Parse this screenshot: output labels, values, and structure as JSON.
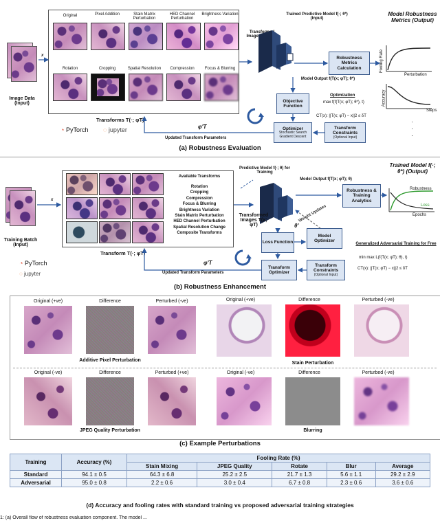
{
  "panel_a": {
    "caption": "(a) Robustness Evaluation",
    "image_data_label": "Image Data (Input)",
    "x_label": "x",
    "transforms_label": "Transforms T(·; φT)",
    "thumb_labels_row1": [
      "Original",
      "Pixel Addition",
      "Stain Matrix Perturbation",
      "HED Channel Perturbation",
      "Brightness Variation"
    ],
    "thumb_labels_row2": [
      "Rotation",
      "Cropping",
      "Spatial Resolution",
      "Compression",
      "Focus & Blurring"
    ],
    "transformed_images_label": "Transformed Images T(x; φT)",
    "model_label": "Trained Predictive Model f(·; θ*) (Input)",
    "robustness_calc": "Robustness Metrics Calculation",
    "model_output": "Model Output f(T(x; φT); θ*)",
    "optimization_title": "Optimization",
    "optimization_eq": "max f(f(T(x; φT); θ*), t)",
    "constraint_eq": "CT(x): ||T(x; φT) − x||2 ≤ δT",
    "objective_function": "Objective Function",
    "optimizer": "Optimizer",
    "optimizer_sub": "Stochastic Search Gradient Descent",
    "transform_constraints": "Transform Constraints",
    "transform_constraints_sub": "(Optional Input)",
    "phi_prime": "φ'T",
    "updated_params": "Updated Transform Parameters",
    "metrics_title": "Model Robustness Metrics (Output)",
    "fooling_rate": "Fooling Rate",
    "perturbation": "Perturbation",
    "accuracy": "Accuracy",
    "steps": "Steps",
    "logo_pytorch": "PyTorch",
    "logo_jupyter": "jupyter"
  },
  "panel_b": {
    "caption": "(b) Robustness Enhancement",
    "training_batch": "Training Batch (Input)",
    "x_label": "x",
    "available_title": "Available Transforms",
    "available_list": [
      "Rotation",
      "Cropping",
      "Compression",
      "Focus & Blurring",
      "Brightness Variation",
      "Stain Matrix Perturbation",
      "HED Channel Perturbation",
      "Spatial Resolution Change",
      "Composite Transforms"
    ],
    "transform_label": "Transform T(·; φT)",
    "transformed_images": "Transformed Images T(x; φT)",
    "model_label": "Predictive Model f(·; θ) for Training",
    "model_output": "Model Output f(T(x; φT); θ)",
    "weight_updates": "Weight Updates",
    "theta_prime": "θ'",
    "analytics": "Robustness & Training Analytics",
    "trained_model": "Trained Model f(·; θ*) (Output)",
    "robustness": "Robustness",
    "loss": "Loss",
    "epochs": "Epochs",
    "loss_function": "Loss Function",
    "model_optimizer": "Model Optimizer",
    "transform_optimizer": "Transform Optimizer",
    "transform_constraints": "Transform Constraints",
    "transform_constraints_sub": "(Optional Input)",
    "gat_title": "Generalized Adversarial Training for Free",
    "gat_eq": "min max L(f(T(x; φT); θ), t)",
    "gat_constraint": "CT(x): ||T(x; φT) − x||2 ≤ δT",
    "phi_prime": "φ'T",
    "updated_params": "Updated Transform Parameters",
    "logo_pytorch": "PyTorch",
    "logo_jupyter": "jupyter"
  },
  "panel_c": {
    "caption": "(c) Example Perturbations",
    "groups": [
      {
        "labels": [
          "Original (+ve)",
          "Difference",
          "Perturbed (-ve)"
        ],
        "title": "Additive Pixel Perturbation"
      },
      {
        "labels": [
          "Original (+ve)",
          "Difference",
          "Perturbed (-ve)"
        ],
        "title": "Stain Perturbation"
      },
      {
        "labels": [
          "Original (-ve)",
          "Difference",
          "Perturbed (+ve)"
        ],
        "title": "JPEG Quality Perturbation"
      },
      {
        "labels": [
          "Original (-ve)",
          "Difference",
          "Perturbed (-ve)"
        ],
        "title": "Blurring"
      }
    ]
  },
  "panel_d": {
    "caption": "(d) Accuracy and fooling rates with standard training vs proposed adversarial training strategies",
    "headers": {
      "training": "Training",
      "accuracy": "Accuracy (%)",
      "fooling": "Fooling Rate (%)"
    },
    "sub_headers": [
      "Stain Mixing",
      "JPEG Quality",
      "Rotate",
      "Blur",
      "Average"
    ],
    "rows": [
      {
        "name": "Standard",
        "accuracy": "94.1 ± 0.5",
        "values": [
          "64.3 ± 6.8",
          "25.2 ± 2.5",
          "21.7 ± 1.3",
          "5.6 ± 1.1",
          "29.2 ± 2.9"
        ]
      },
      {
        "name": "Adversarial",
        "accuracy": "95.0 ± 0.8",
        "values": [
          "2.2 ± 0.6",
          "3.0 ± 0.4",
          "6.7 ± 0.8",
          "2.3 ± 0.6",
          "3.6 ± 0.6"
        ]
      }
    ]
  },
  "footer": "1: (a) Overall flow of robustness evaluation component. The model ..."
}
